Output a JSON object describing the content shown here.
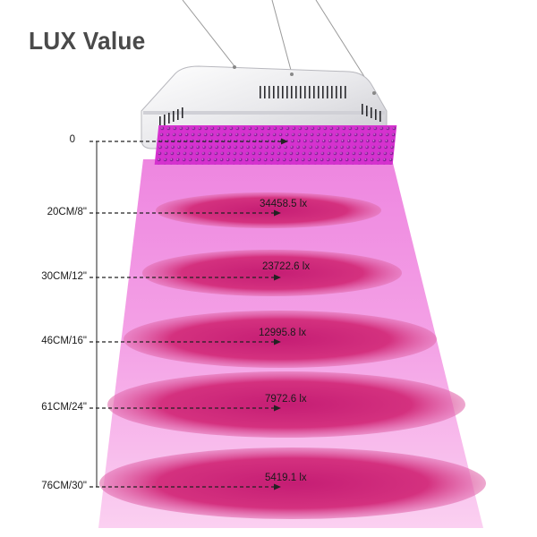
{
  "title": "LUX Value",
  "distances": [
    "0",
    "20CM/8\"",
    "30CM/12\"",
    "46CM/16\"",
    "61CM/24\"",
    "76CM/30\""
  ],
  "lux_values": [
    "34458.5 lx",
    "23722.6 lx",
    "12995.8 lx",
    "7972.6 lx",
    "5419.1 lx"
  ],
  "colors": {
    "light_cone": "#f7a8e6",
    "light_spot": "#d2287f",
    "led_panel": "#d62fd2",
    "fixture_body": "#e7e7ea"
  }
}
